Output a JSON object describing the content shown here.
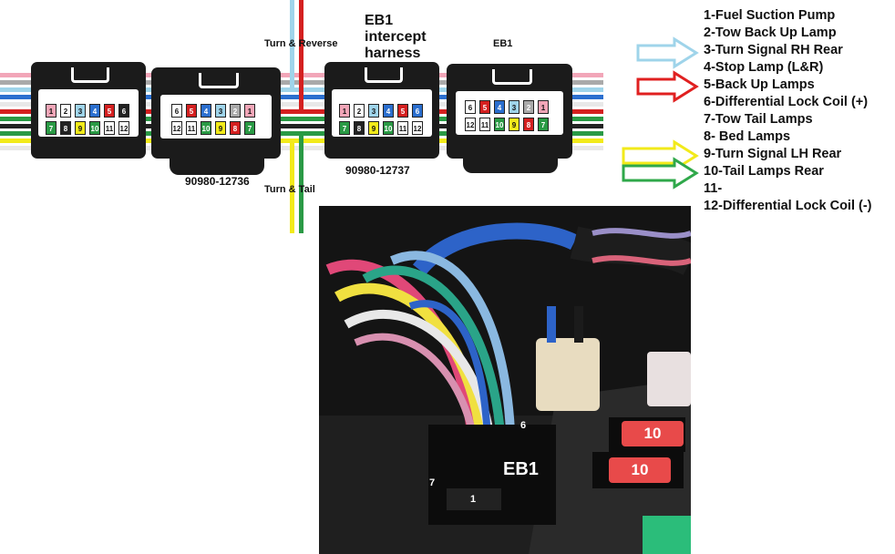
{
  "title": {
    "line1": "EB1",
    "line2": "intercept",
    "line3": "harness"
  },
  "labels": {
    "turn_reverse": "Turn & Reverse",
    "turn_tail": "Turn & Tail",
    "eb1_small": "EB1",
    "part_a": "90980-12736",
    "part_b": "90980-12737"
  },
  "legend": [
    "1-Fuel Suction Pump",
    "2-Tow Back Up Lamp",
    "3-Turn Signal RH Rear",
    "4-Stop Lamp (L&R)",
    "5-Back Up Lamps",
    "6-Differential Lock Coil (+)",
    "7-Tow Tail Lamps",
    "8- Bed Lamps",
    "9-Turn Signal LH Rear",
    "10-Tail Lamps Rear",
    "11-",
    "12-Differential Lock Coil (-)"
  ],
  "arrows": [
    {
      "item": "3-Turn Signal RH Rear",
      "color": "#9fd4ea"
    },
    {
      "item": "5-Back Up Lamps",
      "color": "#e02020"
    },
    {
      "item": "9-Turn Signal LH Rear",
      "color": "#f2ea1a"
    },
    {
      "item": "10-Tail Lamps Rear",
      "color": "#2fa84a"
    }
  ],
  "photo": {
    "eb1": "EB1",
    "pin6": "6",
    "pin7": "7",
    "pin1": "1",
    "fuse": "10"
  },
  "pin_colors": {
    "pink": "#f2a6b8",
    "white": "#ffffff",
    "lightblue": "#9fd4ea",
    "blue": "#2b6fcf",
    "red": "#d42020",
    "black": "#222222",
    "green": "#2a9a45",
    "yellow": "#f2ea1a",
    "gray": "#aaaaaa"
  },
  "pins": {
    "a_top": [
      [
        "1",
        "pink"
      ],
      [
        "2",
        "white"
      ],
      [
        "3",
        "lightblue"
      ],
      [
        "4",
        "blue"
      ],
      [
        "5",
        "red"
      ],
      [
        "6",
        "black"
      ]
    ],
    "a_bot": [
      [
        "7",
        "green"
      ],
      [
        "8",
        "black"
      ],
      [
        "9",
        "yellow"
      ],
      [
        "10",
        "green"
      ],
      [
        "11",
        "white"
      ],
      [
        "12",
        "white"
      ]
    ],
    "b_top": [
      [
        "6",
        "white"
      ],
      [
        "5",
        "red"
      ],
      [
        "4",
        "blue"
      ],
      [
        "3",
        "lightblue"
      ],
      [
        "2",
        "gray"
      ],
      [
        "1",
        "pink"
      ]
    ],
    "b_bot": [
      [
        "12",
        "white"
      ],
      [
        "11",
        "white"
      ],
      [
        "10",
        "green"
      ],
      [
        "9",
        "yellow"
      ],
      [
        "8",
        "red"
      ],
      [
        "7",
        "green"
      ]
    ],
    "c_top": [
      [
        "1",
        "pink"
      ],
      [
        "2",
        "white"
      ],
      [
        "3",
        "lightblue"
      ],
      [
        "4",
        "blue"
      ],
      [
        "5",
        "red"
      ],
      [
        "6",
        "blue"
      ]
    ],
    "c_bot": [
      [
        "7",
        "green"
      ],
      [
        "8",
        "black"
      ],
      [
        "9",
        "yellow"
      ],
      [
        "10",
        "green"
      ],
      [
        "11",
        "white"
      ],
      [
        "12",
        "white"
      ]
    ],
    "d_top": [
      [
        "6",
        "white"
      ],
      [
        "5",
        "red"
      ],
      [
        "4",
        "blue"
      ],
      [
        "3",
        "lightblue"
      ],
      [
        "2",
        "gray"
      ],
      [
        "1",
        "pink"
      ]
    ],
    "d_bot": [
      [
        "12",
        "white"
      ],
      [
        "11",
        "white"
      ],
      [
        "10",
        "green"
      ],
      [
        "9",
        "yellow"
      ],
      [
        "8",
        "red"
      ],
      [
        "7",
        "green"
      ]
    ]
  }
}
